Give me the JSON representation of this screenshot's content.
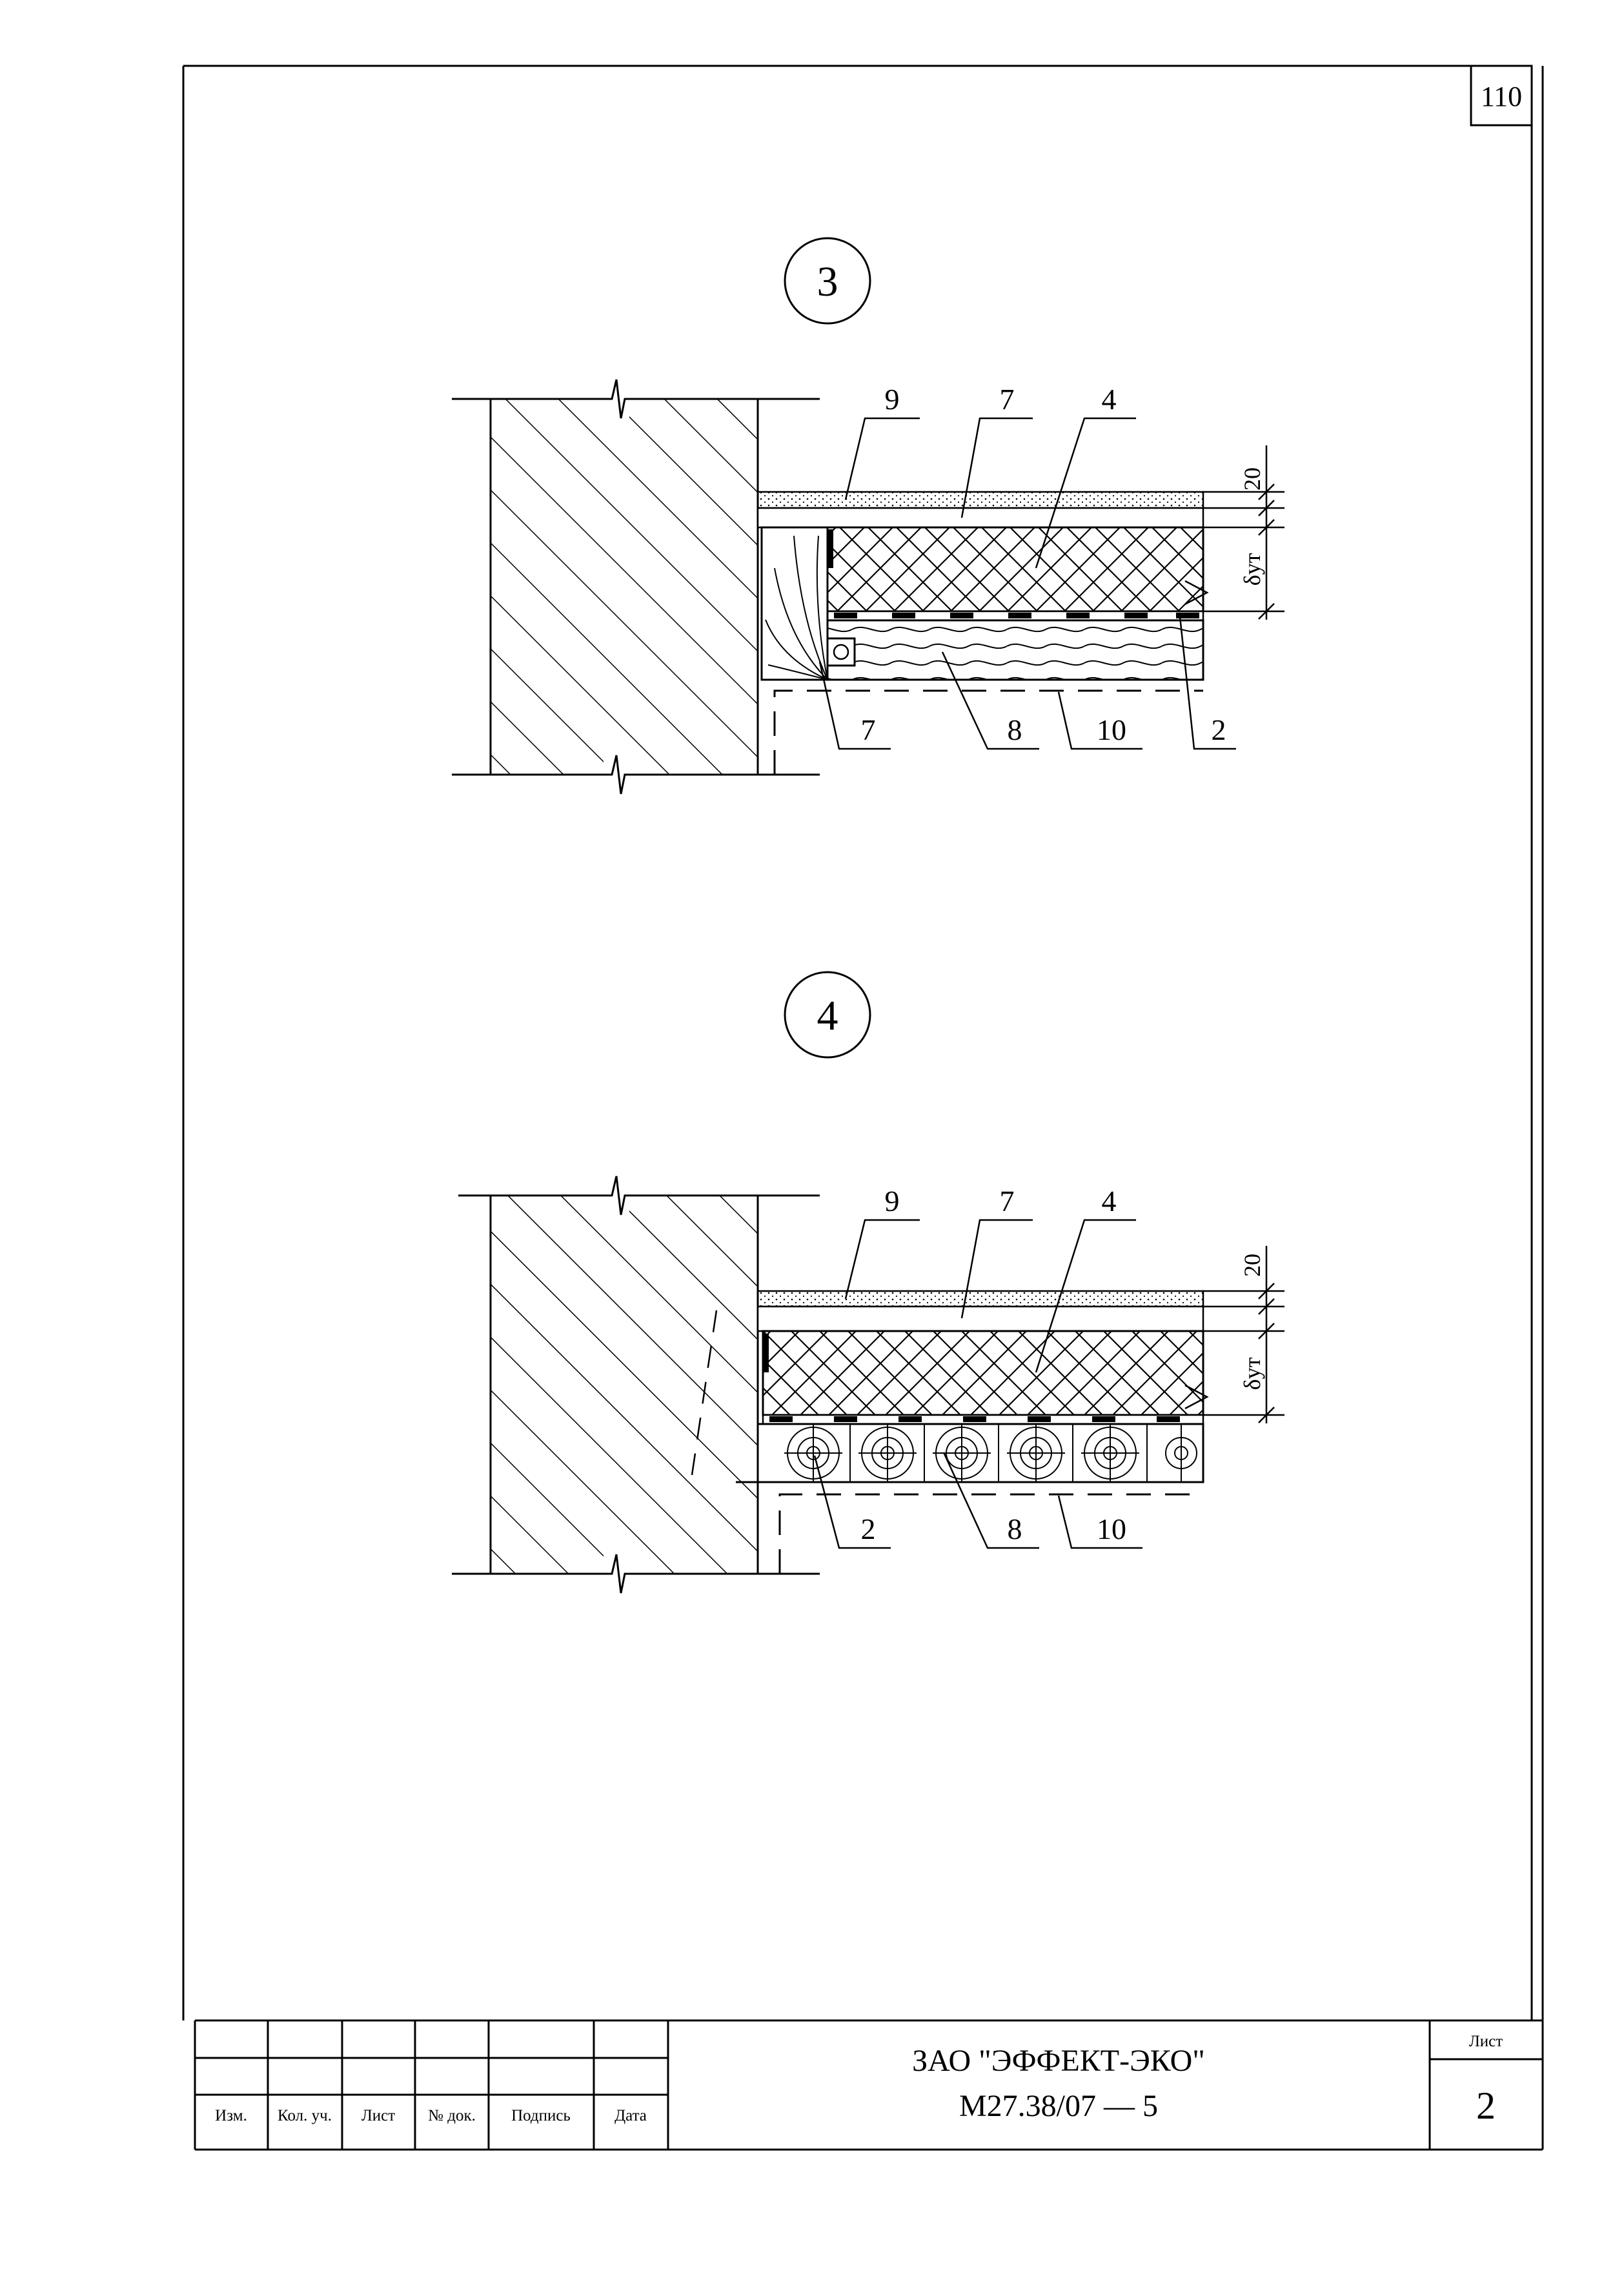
{
  "sheet_corner_number": "110",
  "detail_3": {
    "mark": "3",
    "labels_top": [
      "9",
      "7",
      "4"
    ],
    "labels_bottom": [
      "7",
      "8",
      "10",
      "2"
    ],
    "dim_top": "20",
    "dim_insulation": "δут"
  },
  "detail_4": {
    "mark": "4",
    "labels_top": [
      "9",
      "7",
      "4"
    ],
    "labels_bottom": [
      "2",
      "8",
      "10"
    ],
    "dim_top": "20",
    "dim_insulation": "δут"
  },
  "title_block": {
    "headers": [
      "Изм.",
      "Кол. уч.",
      "Лист",
      "№ док.",
      "Подпись",
      "Дата"
    ],
    "company": "ЗАО \"ЭФФЕКТ-ЭКО\"",
    "doc_code": "М27.38/07 — 5",
    "sheet_label": "Лист",
    "sheet_number": "2"
  }
}
